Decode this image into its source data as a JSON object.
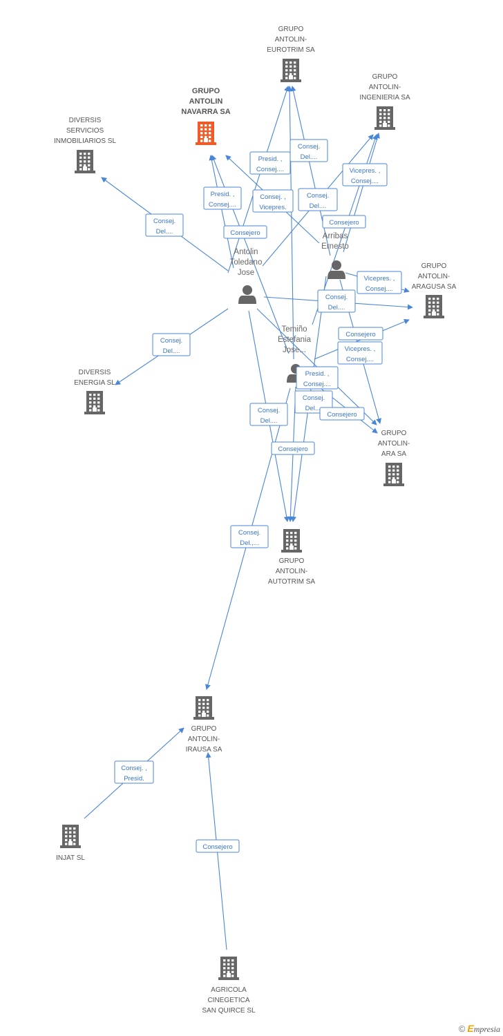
{
  "colors": {
    "edge": "#4a86d8",
    "company": "#666666",
    "focus_company": "#f05a28",
    "person": "#666666"
  },
  "companies": [
    {
      "id": "navarra",
      "icon": "building-icon",
      "focus": true,
      "lines": [
        "GRUPO",
        "ANTOLIN",
        "NAVARRA SA"
      ]
    },
    {
      "id": "eurotrim",
      "icon": "building-icon",
      "lines": [
        "GRUPO",
        "ANTOLIN-",
        "EUROTRIM SA"
      ]
    },
    {
      "id": "ingenieria",
      "icon": "building-icon",
      "lines": [
        "GRUPO",
        "ANTOLIN-",
        "INGENIERIA SA"
      ]
    },
    {
      "id": "diversis_serv",
      "icon": "building-icon",
      "lines": [
        "DIVERSIS",
        "SERVICIOS",
        "INMOBILIARIOS SL"
      ]
    },
    {
      "id": "aragusa",
      "icon": "building-icon",
      "lines": [
        "GRUPO",
        "ANTOLIN-",
        "ARAGUSA SA"
      ]
    },
    {
      "id": "diversis_energia",
      "icon": "building-icon",
      "lines": [
        "DIVERSIS",
        "ENERGIA SL"
      ]
    },
    {
      "id": "ara",
      "icon": "building-icon",
      "lines": [
        "GRUPO",
        "ANTOLIN-",
        "ARA SA"
      ]
    },
    {
      "id": "autotrim",
      "icon": "building-icon",
      "lines": [
        "GRUPO",
        "ANTOLIN-",
        "AUTOTRIM SA"
      ]
    },
    {
      "id": "irausa",
      "icon": "building-icon",
      "lines": [
        "GRUPO",
        "ANTOLIN-",
        "IRAUSA SA"
      ]
    },
    {
      "id": "injat",
      "icon": "building-icon",
      "lines": [
        "INJAT SL"
      ]
    },
    {
      "id": "agricola",
      "icon": "building-icon",
      "lines": [
        "AGRICOLA",
        "CINEGETICA",
        "SAN QUIRCE SL"
      ]
    }
  ],
  "persons": [
    {
      "id": "antolin",
      "icon": "person-icon",
      "lines": [
        "Antolin",
        "Toledano",
        "Jose"
      ]
    },
    {
      "id": "arribas",
      "icon": "person-icon",
      "lines": [
        "Arribas",
        "Ernesto"
      ]
    },
    {
      "id": "temino",
      "icon": "person-icon",
      "lines": [
        "Temiño",
        "Estefania",
        "Jose..."
      ]
    }
  ],
  "edge_labels": [
    {
      "id": "e1",
      "lines": [
        "Consej.",
        "Del...."
      ]
    },
    {
      "id": "e2",
      "lines": [
        "Presid. ,",
        "Consej...."
      ]
    },
    {
      "id": "e3",
      "lines": [
        "Consej.",
        "Del...."
      ]
    },
    {
      "id": "e4",
      "lines": [
        "Presid. ,",
        "Consej...."
      ]
    },
    {
      "id": "e5",
      "lines": [
        "Consej. ,",
        "Vicepres."
      ]
    },
    {
      "id": "e6",
      "lines": [
        "Consej.",
        "Del...."
      ]
    },
    {
      "id": "e7",
      "lines": [
        "Vicepres. ,",
        "Consej...."
      ]
    },
    {
      "id": "e8",
      "lines": [
        "Consejero"
      ]
    },
    {
      "id": "e9",
      "lines": [
        "Consejero"
      ]
    },
    {
      "id": "e10",
      "lines": [
        "Vicepres. ,",
        "Consej...."
      ]
    },
    {
      "id": "e11",
      "lines": [
        "Consej.",
        "Del...."
      ]
    },
    {
      "id": "e12",
      "lines": [
        "Consejero"
      ]
    },
    {
      "id": "e13",
      "lines": [
        "Vicepres. ,",
        "Consej...."
      ]
    },
    {
      "id": "e14",
      "lines": [
        "Consej.",
        "Del...."
      ]
    },
    {
      "id": "e15",
      "lines": [
        "Presid. ,",
        "Consej...."
      ]
    },
    {
      "id": "e16",
      "lines": [
        "Consej.",
        "Del...."
      ]
    },
    {
      "id": "e17",
      "lines": [
        "Consejero"
      ]
    },
    {
      "id": "e18",
      "lines": [
        "Consej.",
        "Del...."
      ]
    },
    {
      "id": "e19",
      "lines": [
        "Consejero"
      ]
    },
    {
      "id": "e20",
      "lines": [
        "Consej.",
        "Del.,..."
      ]
    },
    {
      "id": "e21",
      "lines": [
        "Consej. ,",
        "Presid."
      ]
    },
    {
      "id": "e22",
      "lines": [
        "Consejero"
      ]
    }
  ],
  "footer": {
    "copyright": "©",
    "brand_initial": "E",
    "brand_rest": "mpresia"
  }
}
